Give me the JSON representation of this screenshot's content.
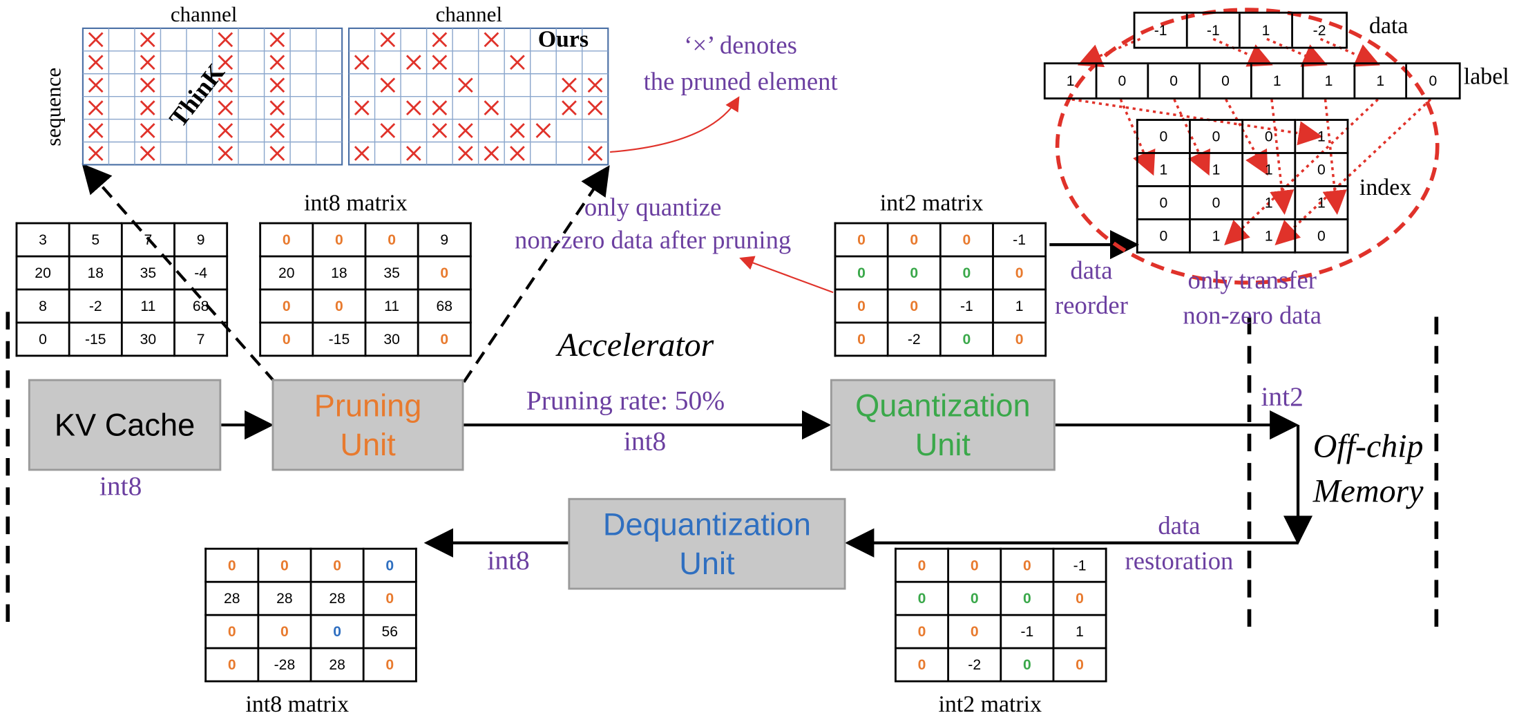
{
  "colors": {
    "accent_purple": "#6b3fa0",
    "orange": "#e87a2e",
    "green": "#3aa84a",
    "blue": "#2f6fc0",
    "red": "#e0322a",
    "unit_fill": "#c8c8c8"
  },
  "legend": {
    "line1": "‘×’ denotes",
    "line2": "the pruned element"
  },
  "pruning_panels": {
    "channel_label": "channel",
    "sequence_label": "sequence",
    "think_label": "ThinK",
    "ours_label": "Ours"
  },
  "matrices": {
    "kv_input": [
      [
        "3",
        "5",
        "7",
        "9"
      ],
      [
        "20",
        "18",
        "35",
        "-4"
      ],
      [
        "8",
        "-2",
        "11",
        "68"
      ],
      [
        "0",
        "-15",
        "30",
        "7"
      ]
    ],
    "pruned_int8": {
      "title": "int8 matrix",
      "cells": [
        [
          "0",
          "0",
          "0",
          "9"
        ],
        [
          "20",
          "18",
          "35",
          "0"
        ],
        [
          "0",
          "0",
          "11",
          "68"
        ],
        [
          "0",
          "-15",
          "30",
          "0"
        ]
      ]
    },
    "quant_int2": {
      "title": "int2 matrix",
      "cells": [
        [
          "0",
          "0",
          "0",
          "-1"
        ],
        [
          "0",
          "0",
          "0",
          "0"
        ],
        [
          "0",
          "0",
          "-1",
          "1"
        ],
        [
          "0",
          "-2",
          "0",
          "0"
        ]
      ]
    },
    "restored_int2": {
      "title": "int2 matrix",
      "cells": [
        [
          "0",
          "0",
          "0",
          "-1"
        ],
        [
          "0",
          "0",
          "0",
          "0"
        ],
        [
          "0",
          "0",
          "-1",
          "1"
        ],
        [
          "0",
          "-2",
          "0",
          "0"
        ]
      ]
    },
    "dequant_int8": {
      "title": "int8 matrix",
      "cells": [
        [
          "0",
          "0",
          "0",
          "0"
        ],
        [
          "28",
          "28",
          "28",
          "0"
        ],
        [
          "0",
          "0",
          "0",
          "56"
        ],
        [
          "0",
          "-28",
          "28",
          "0"
        ]
      ]
    }
  },
  "reorder": {
    "data_label": "data",
    "data_values": [
      "-1",
      "-1",
      "1",
      "-2"
    ],
    "label_label": "label",
    "label_values": [
      "1",
      "0",
      "0",
      "0",
      "1",
      "1",
      "1",
      "0"
    ],
    "index_label": "index",
    "index_values": [
      [
        "0",
        "0",
        "0",
        "1"
      ],
      [
        "1",
        "1",
        "1",
        "0"
      ],
      [
        "0",
        "0",
        "1",
        "1"
      ],
      [
        "0",
        "1",
        "1",
        "0"
      ]
    ]
  },
  "units": {
    "kv_cache": "KV Cache",
    "pruning_line1": "Pruning",
    "pruning_line2": "Unit",
    "quant_line1": "Quantization",
    "quant_line2": "Unit",
    "dequant_line1": "Dequantization",
    "dequant_line2": "Unit"
  },
  "annotations": {
    "int8_under_kv": "int8",
    "pruning_rate": "Pruning rate: 50%",
    "int8_mid": "int8",
    "accelerator": "Accelerator",
    "only_quantize_1": "only quantize",
    "only_quantize_2": "non-zero data after pruning",
    "data_reorder_1": "data",
    "data_reorder_2": "reorder",
    "only_transfer_1": "only transfer",
    "only_transfer_2": "non-zero data",
    "int2_right": "int2",
    "offchip_1": "Off-chip",
    "offchip_2": "Memory",
    "data_restoration_1": "data",
    "data_restoration_2": "restoration",
    "int8_bottom": "int8"
  }
}
